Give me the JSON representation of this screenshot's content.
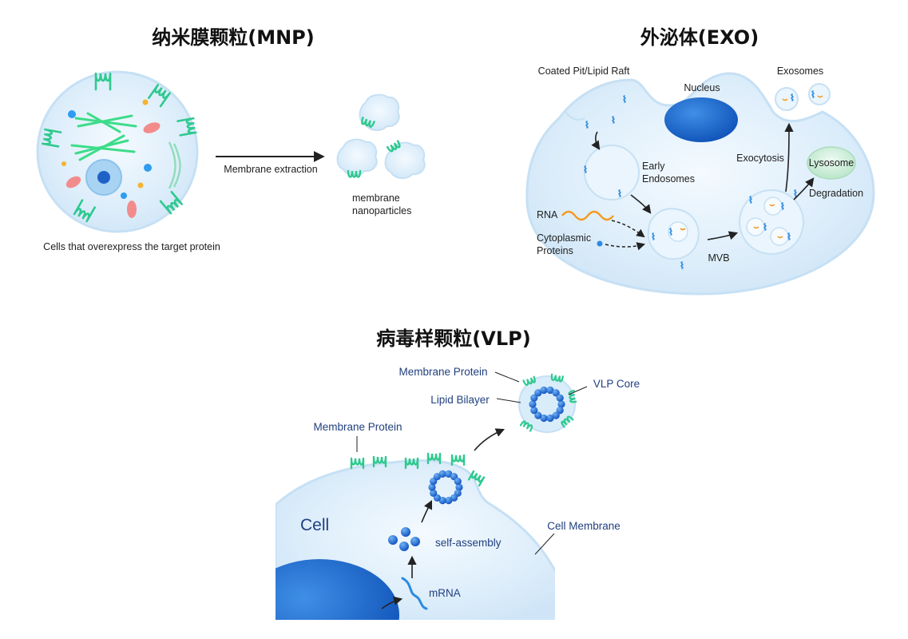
{
  "titles": {
    "mnp": "纳米膜颗粒(MNP)",
    "exo": "外泌体(EXO)",
    "vlp": "病毒样颗粒(VLP)"
  },
  "mnp": {
    "cell_caption": "Cells that overexpress the target protein",
    "arrow_label": "Membrane extraction",
    "nanoparticles_line1": "membrane",
    "nanoparticles_line2": "nanoparticles"
  },
  "exo": {
    "coated_pit": "Coated Pit/Lipid Raft",
    "nucleus": "Nucleus",
    "exosomes": "Exosomes",
    "exocytosis": "Exocytosis",
    "lysosome": "Lysosome",
    "degradation": "Degradation",
    "early_line1": "Early",
    "early_line2": "Endosomes",
    "rna": "RNA",
    "cyto_line1": "Cytoplasmic",
    "cyto_line2": "Proteins",
    "mvb": "MVB"
  },
  "vlp": {
    "membrane_protein_top": "Membrane Protein",
    "lipid_bilayer": "Lipid Bilayer",
    "vlp_core": "VLP Core",
    "membrane_protein_left": "Membrane Protein",
    "cell": "Cell",
    "self_assembly": "self-assembly",
    "cell_membrane": "Cell Membrane",
    "mrna": "mRNA"
  },
  "colors": {
    "cell_fill": "#e1f0fb",
    "cell_stroke": "#c9e3f5",
    "protein_green": "#2fc98f",
    "blue_dark": "#1f62c7",
    "blue_mid": "#2b8be0",
    "rna_orange": "#f39a1f",
    "lysosome": "#c8ecd6"
  }
}
